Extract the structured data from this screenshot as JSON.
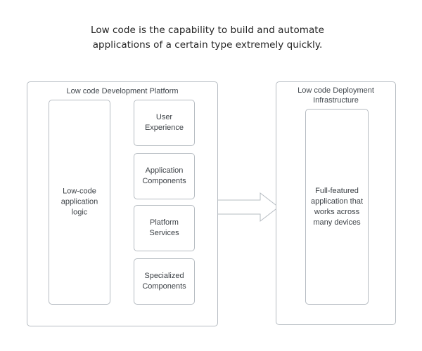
{
  "title": "Low code is the capability to build and automate\napplications of a certain type extremely quickly.",
  "diagram": {
    "type": "block-diagram",
    "flow_arrow": {
      "icon": "right-block-arrow-icon",
      "direction": "right",
      "from": "Low code Development Platform",
      "to": "Low code Deployment Infrastructure"
    },
    "panels": [
      {
        "id": "platform",
        "label": "Low code Development Platform",
        "boxes": [
          {
            "id": "logic",
            "label": "Low-code\napplication\nlogic"
          },
          {
            "id": "ux",
            "label": "User\nExperience"
          },
          {
            "id": "appcomp",
            "label": "Application\nComponents"
          },
          {
            "id": "platsvc",
            "label": "Platform\nServices"
          },
          {
            "id": "speccomp",
            "label": "Specialized\nComponents"
          }
        ]
      },
      {
        "id": "infrastructure",
        "label": "Low code Deployment\nInfrastructure",
        "boxes": [
          {
            "id": "fullapp",
            "label": "Full-featured\napplication that\nworks across\nmany devices"
          }
        ]
      }
    ]
  },
  "colors": {
    "background": "#ffffff",
    "stroke": "#b6bcc2",
    "title_text": "#242424",
    "label_text": "#3c4146",
    "panel_label_text": "#41474d"
  }
}
